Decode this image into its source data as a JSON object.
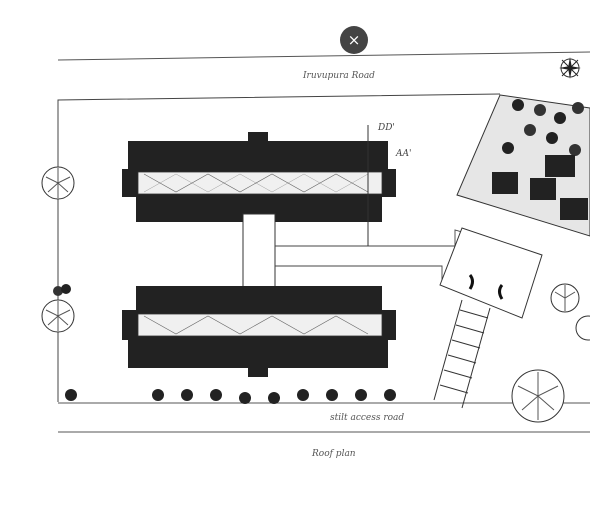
{
  "header": {
    "close_icon": "close-icon",
    "close_glyph": "×"
  },
  "plan": {
    "road_top_label": "Iruvupura Road",
    "road_bottom_label": "stilt access road",
    "title": "Roof plan",
    "section_dd": "DD'",
    "section_aa": "AA'"
  },
  "colors": {
    "roof_fill": "#222222",
    "line": "#333333",
    "court": "#e6e6e6"
  }
}
